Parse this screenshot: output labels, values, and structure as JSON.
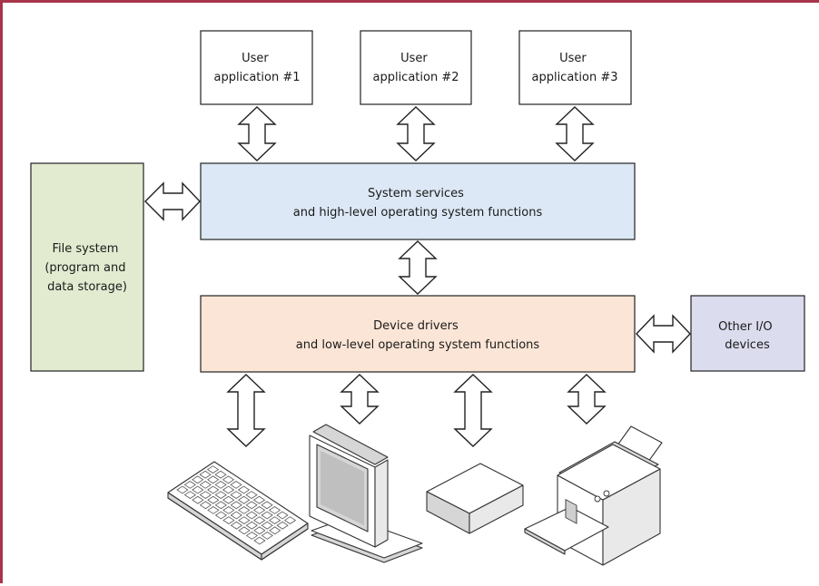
{
  "colors": {
    "frame_border": "#a8344c",
    "user_app_fill": "#ffffff",
    "system_services_fill": "#dce8f5",
    "device_drivers_fill": "#fbe5d6",
    "file_system_fill": "#e2ebd0",
    "other_io_fill": "#dcdcef"
  },
  "boxes": {
    "user_app_1": [
      "User",
      "application #1"
    ],
    "user_app_2": [
      "User",
      "application #2"
    ],
    "user_app_3": [
      "User",
      "application #3"
    ],
    "system_services": [
      "System services",
      "and high-level operating system functions"
    ],
    "device_drivers": [
      "Device drivers",
      "and low-level operating system functions"
    ],
    "file_system": [
      "File system",
      "(program and",
      "data storage)"
    ],
    "other_io": [
      "Other I/O",
      "devices"
    ]
  },
  "devices": [
    "keyboard-icon",
    "monitor-icon",
    "disk-drive-icon",
    "printer-icon"
  ]
}
